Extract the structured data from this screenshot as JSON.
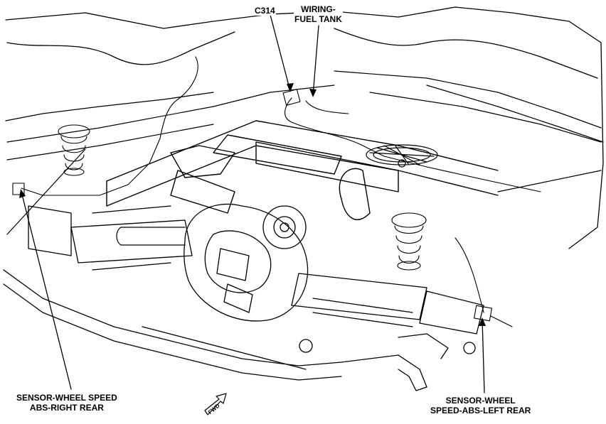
{
  "callouts": {
    "c314": {
      "lines": [
        "C314"
      ]
    },
    "wiring_fuel_tank": {
      "lines": [
        "WIRING-",
        "FUEL TANK"
      ]
    },
    "sensor_right_rear": {
      "lines": [
        "SENSOR-WHEEL SPEED",
        "ABS-RIGHT REAR"
      ]
    },
    "sensor_left_rear": {
      "lines": [
        "SENSOR-WHEEL",
        "SPEED-ABS-LEFT REAR"
      ]
    }
  },
  "direction_marker": {
    "text": "FWD"
  },
  "colors": {
    "line": "#000000",
    "background": "#ffffff"
  }
}
